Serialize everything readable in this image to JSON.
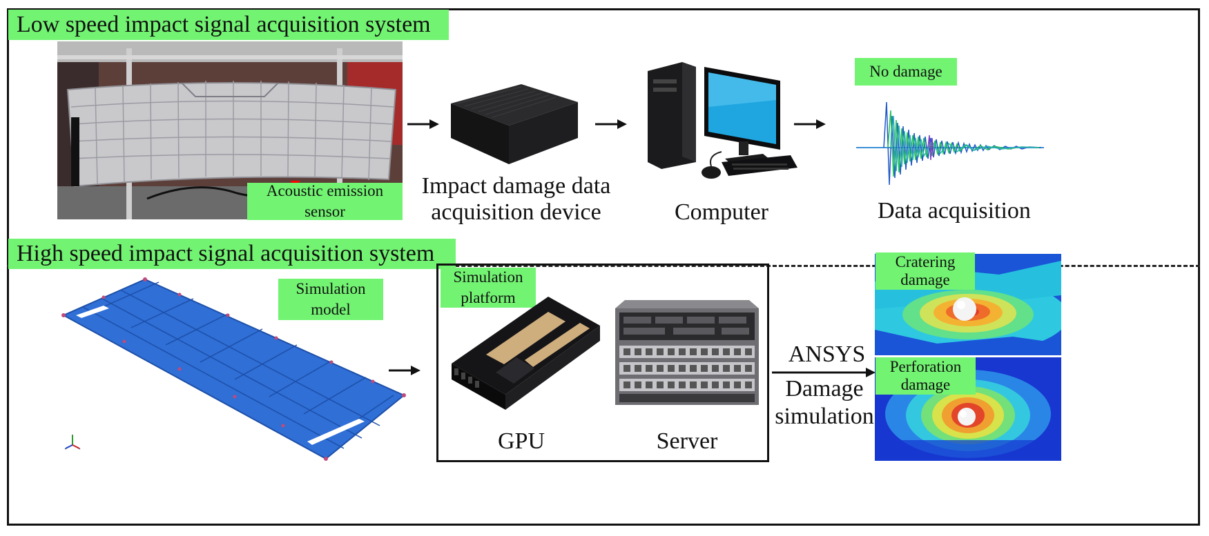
{
  "sections": {
    "low": {
      "title": "Low speed impact signal acquisition system"
    },
    "high": {
      "title": "High speed impact signal acquisition system"
    }
  },
  "labels": {
    "sensor": "Acoustic emission sensor",
    "device_line1": "Impact damage data",
    "device_line2": "acquisition device",
    "computer": "Computer",
    "no_damage": "No damage",
    "data_acquisition": "Data acquisition",
    "simulation_model_line1": "Simulation",
    "simulation_model_line2": "model",
    "simulation_platform_line1": "Simulation",
    "simulation_platform_line2": "platform",
    "gpu": "GPU",
    "server": "Server",
    "ansys": "ANSYS",
    "damage_sim_line1": "Damage",
    "damage_sim_line2": "simulation",
    "cratering_line1": "Cratering",
    "cratering_line2": "damage",
    "perforation_line1": "Perforation",
    "perforation_line2": "damage"
  },
  "colors": {
    "label_bg": "#72f472",
    "border": "#111111",
    "model_blue": "#2f6fd6"
  },
  "icons": [
    "panel-photo",
    "daq-device-image",
    "computer-image",
    "waveform-image",
    "simulation-model-image",
    "gpu-image",
    "server-image",
    "cratering-contour-image",
    "perforation-contour-image",
    "arrow-icon"
  ]
}
